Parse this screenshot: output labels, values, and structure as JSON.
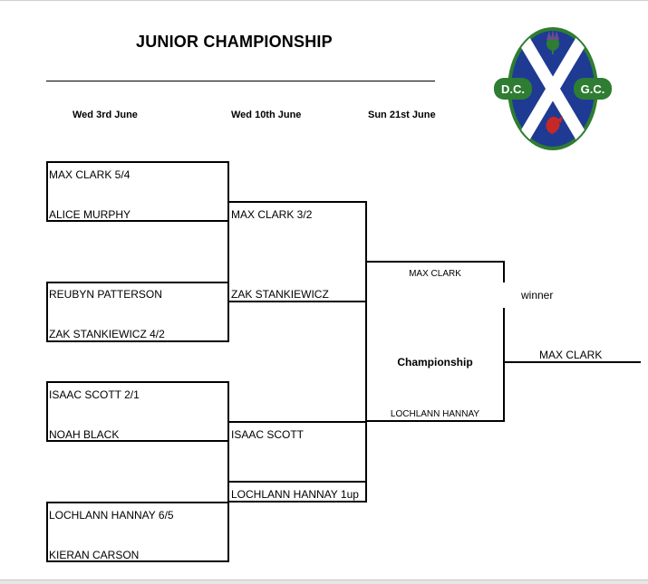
{
  "title": "JUNIOR CHAMPIONSHIP",
  "dates": [
    "Wed 3rd June",
    "Wed 10th June",
    "Sun 21st June"
  ],
  "round1": [
    {
      "top": "MAX CLARK 5/4",
      "bottom": "ALICE MURPHY"
    },
    {
      "top": "REUBYN PATTERSON",
      "bottom": "ZAK STANKIEWICZ 4/2"
    },
    {
      "top": "ISAAC SCOTT 2/1",
      "bottom": "NOAH BLACK"
    },
    {
      "top": "LOCHLANN HANNAY 6/5",
      "bottom": "KIERAN CARSON"
    }
  ],
  "round2": [
    {
      "top": "MAX CLARK 3/2",
      "bottom": "ZAK STANKIEWICZ"
    },
    {
      "top": "ISAAC SCOTT",
      "bottom": "LOCHLANN HANNAY 1up"
    }
  ],
  "final": {
    "top": "MAX CLARK",
    "label": "Championship",
    "bottom": "LOCHLANN HANNAY"
  },
  "winner": {
    "label": "winner",
    "name": "MAX CLARK"
  },
  "logo": {
    "left": "D.C.",
    "right": "G.C.",
    "colors": {
      "saltire_blue": "#1f3a93",
      "cross": "#ffffff",
      "band": "#2e7d32",
      "thistle": "#2e7d32",
      "lion": "#c62828"
    }
  }
}
